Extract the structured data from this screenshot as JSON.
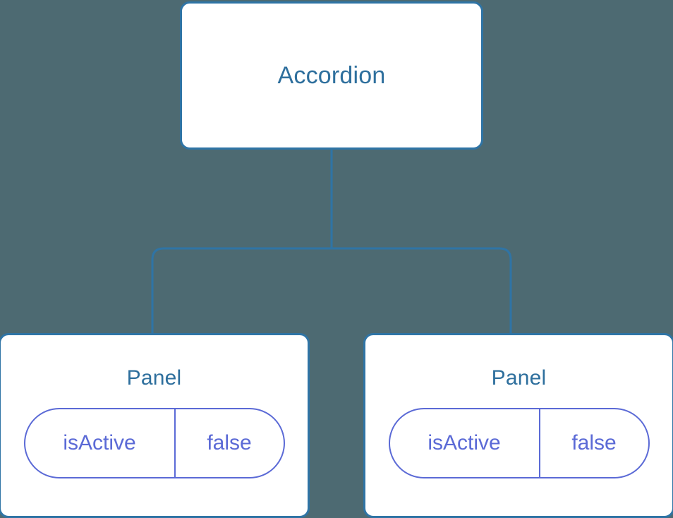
{
  "diagram": {
    "type": "component-tree",
    "background_color": "#4d6a72",
    "node_fill": "#ffffff",
    "node_border_color": "#2f74a5",
    "title_color": "#2e6f9d",
    "prop_color": "#5b6ad6",
    "edge_color": "#2f74a5",
    "root": {
      "id": "accordion",
      "label": "Accordion",
      "props": []
    },
    "children": [
      {
        "id": "panel-left",
        "label": "Panel",
        "props": [
          {
            "key": "isActive",
            "value": "false"
          }
        ]
      },
      {
        "id": "panel-right",
        "label": "Panel",
        "props": [
          {
            "key": "isActive",
            "value": "false"
          }
        ]
      }
    ],
    "edges": [
      {
        "from": "accordion",
        "to": "panel-left"
      },
      {
        "from": "accordion",
        "to": "panel-right"
      }
    ]
  }
}
